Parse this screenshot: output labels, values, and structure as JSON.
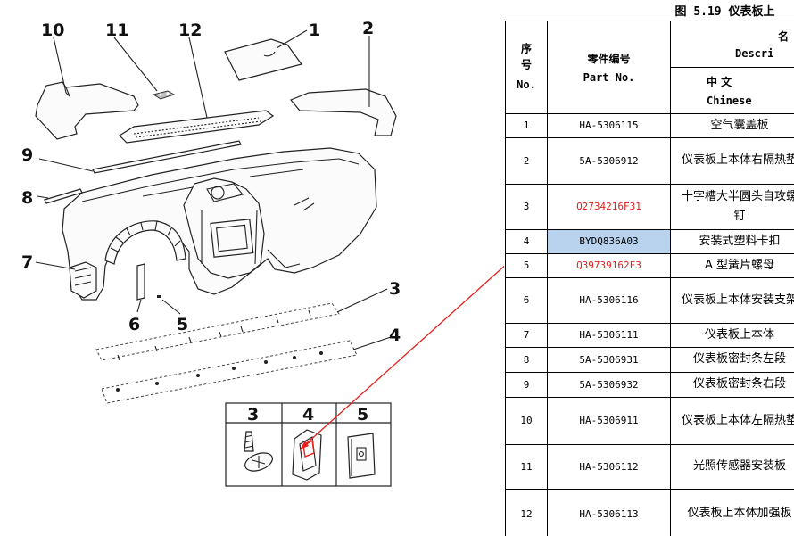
{
  "diagram": {
    "callouts": [
      "1",
      "2",
      "3",
      "4",
      "5",
      "6",
      "7",
      "8",
      "9",
      "10",
      "11",
      "12"
    ],
    "inset_labels": [
      "3",
      "4",
      "5"
    ],
    "arrow_color": "#e3201b"
  },
  "table": {
    "title": "图 5.19 仪表板上",
    "headers": {
      "seq_cn": "序号",
      "seq_en": "No.",
      "part_cn": "零件编号",
      "part_en": "Part No.",
      "name_cn": "名",
      "name_en": "Descri",
      "chinese_cn": "中 文",
      "chinese_en": "Chinese"
    },
    "rows": [
      {
        "no": "1",
        "part": "HA-5306115",
        "name": "空气囊盖板"
      },
      {
        "no": "2",
        "part": "5A-5306912",
        "name": "仪表板上本体右隔热垫"
      },
      {
        "no": "3",
        "part": "Q2734216F31",
        "name": "十字槽大半圆头自攻螺钉"
      },
      {
        "no": "4",
        "part": "BYDQ836A03",
        "name": "安装式塑料卡扣"
      },
      {
        "no": "5",
        "part": "Q39739162F3",
        "name": "A 型簧片螺母"
      },
      {
        "no": "6",
        "part": "HA-5306116",
        "name": "仪表板上本体安装支架"
      },
      {
        "no": "7",
        "part": "HA-5306111",
        "name": "仪表板上本体"
      },
      {
        "no": "8",
        "part": "5A-5306931",
        "name": "仪表板密封条左段"
      },
      {
        "no": "9",
        "part": "5A-5306932",
        "name": "仪表板密封条右段"
      },
      {
        "no": "10",
        "part": "HA-5306911",
        "name": "仪表板上本体左隔热垫"
      },
      {
        "no": "11",
        "part": "HA-5306112",
        "name": "光照传感器安装板"
      },
      {
        "no": "12",
        "part": "HA-5306113",
        "name": "仪表板上本体加强板"
      }
    ]
  },
  "colors": {
    "red_part": "#e3201b",
    "highlight": "#b9d3ef"
  }
}
